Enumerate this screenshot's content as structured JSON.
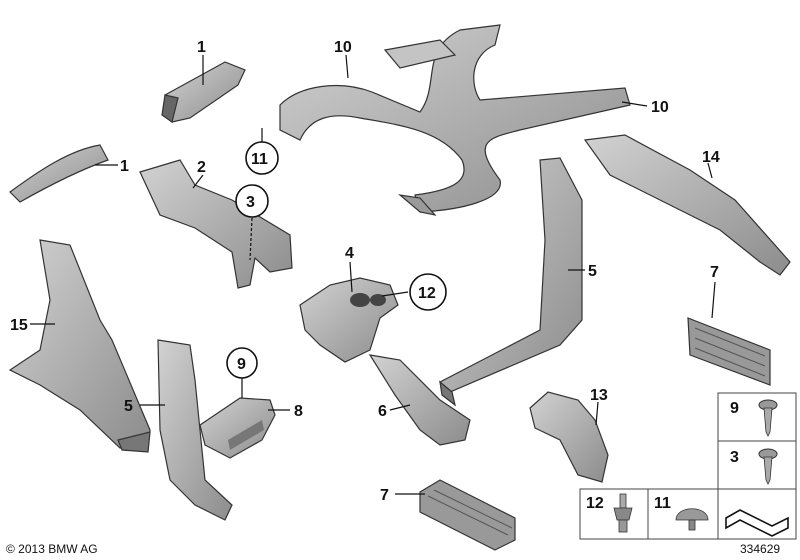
{
  "colors": {
    "part_fill": "#b3b3b3",
    "part_shadow": "#7f7f7f",
    "part_dark": "#555555",
    "line": "#111111"
  },
  "labels": {
    "l1a": "1",
    "l1b": "1",
    "l2": "2",
    "l3": "3",
    "l4": "4",
    "l5a": "5",
    "l5b": "5",
    "l6": "6",
    "l7a": "7",
    "l7b": "7",
    "l8": "8",
    "l9": "9",
    "l10a": "10",
    "l10b": "10",
    "l11": "11",
    "l12": "12",
    "l13": "13",
    "l14": "14",
    "l15": "15"
  },
  "legend": {
    "k9": "9",
    "k3": "3",
    "k12": "12",
    "k11": "11"
  },
  "footer": {
    "copyright": "© 2013 BMW AG",
    "diagram_id": "334629"
  },
  "icons": [
    "screw-icon",
    "clip-icon",
    "rivet-icon",
    "gasket-icon"
  ]
}
